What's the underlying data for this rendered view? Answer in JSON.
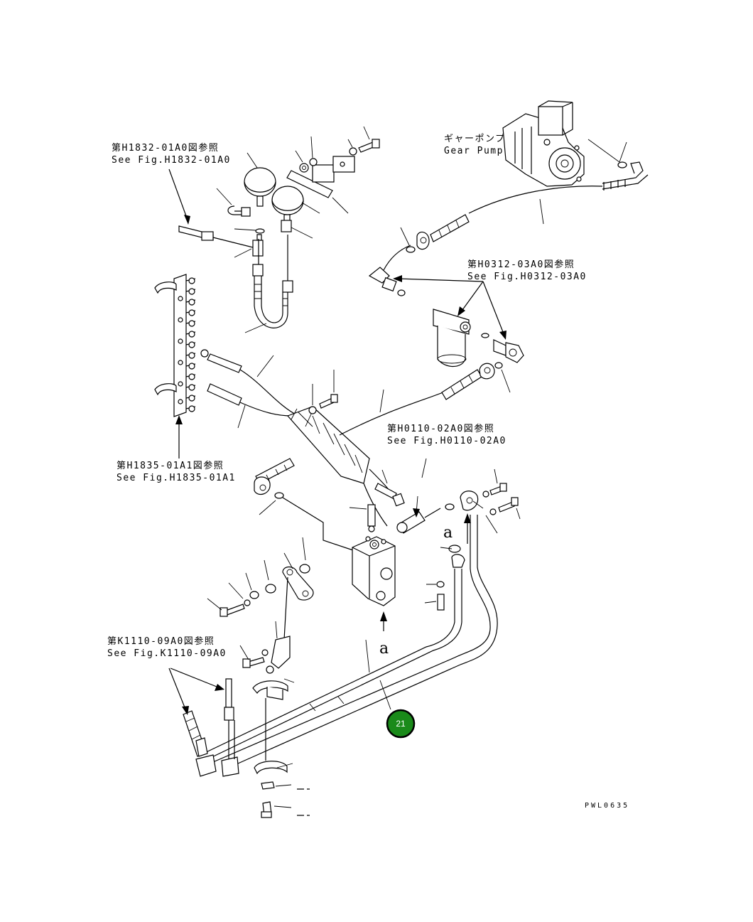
{
  "references": [
    {
      "jp": "第H1832-01A0図参照",
      "en": "See Fig.H1832-01A0"
    },
    {
      "jp": "ギャーポンプ",
      "en": "Gear Pump"
    },
    {
      "jp": "第H0312-03A0図参照",
      "en": "See Fig.H0312-03A0"
    },
    {
      "jp": "第H0110-02A0図参照",
      "en": "See Fig.H0110-02A0"
    },
    {
      "jp": "第H1835-01A1図参照",
      "en": "See Fig.H1835-01A1"
    },
    {
      "jp": "第K1110-09A0図参照",
      "en": "See Fig.K1110-09A0"
    }
  ],
  "view_markers": [
    "a",
    "a"
  ],
  "callout": {
    "number": "21",
    "color": "#1a8a1a"
  },
  "drawing_code": "PWL0635"
}
